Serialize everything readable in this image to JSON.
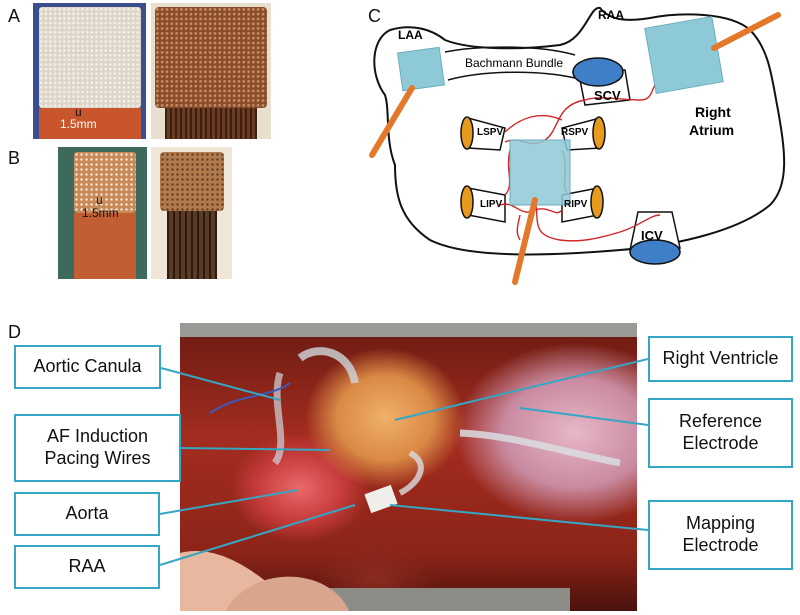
{
  "panels": {
    "a": "A",
    "b": "B",
    "c": "C",
    "d": "D"
  },
  "scale_a": "1.5mm",
  "scale_b": "1.5mm",
  "scale_mark": "u",
  "diagram_c": {
    "laa": "LAA",
    "raa": "RAA",
    "bachmann": "Bachmann Bundle",
    "scv": "SCV",
    "right_atrium_1": "Right",
    "right_atrium_2": "Atrium",
    "lspv": "LSPV",
    "rspv": "RSPV",
    "lipv": "LIPV",
    "ripv": "RIPV",
    "icv": "ICV"
  },
  "labels_d": {
    "aortic_canula": "Aortic Canula",
    "af_induction_1": "AF Induction",
    "af_induction_2": "Pacing Wires",
    "aorta": "Aorta",
    "raa": "RAA",
    "right_ventricle": "Right Ventricle",
    "reference_1": "Reference",
    "reference_2": "Electrode",
    "mapping_1": "Mapping",
    "mapping_2": "Electrode"
  },
  "colors": {
    "label_border": "#35a6c3",
    "catheter": "#e3782b",
    "electrode_pad": "#8ec9d7",
    "vein_blue": "#3f7fc8",
    "vein_orange": "#e69a1e",
    "wiring": "#d2262a"
  }
}
